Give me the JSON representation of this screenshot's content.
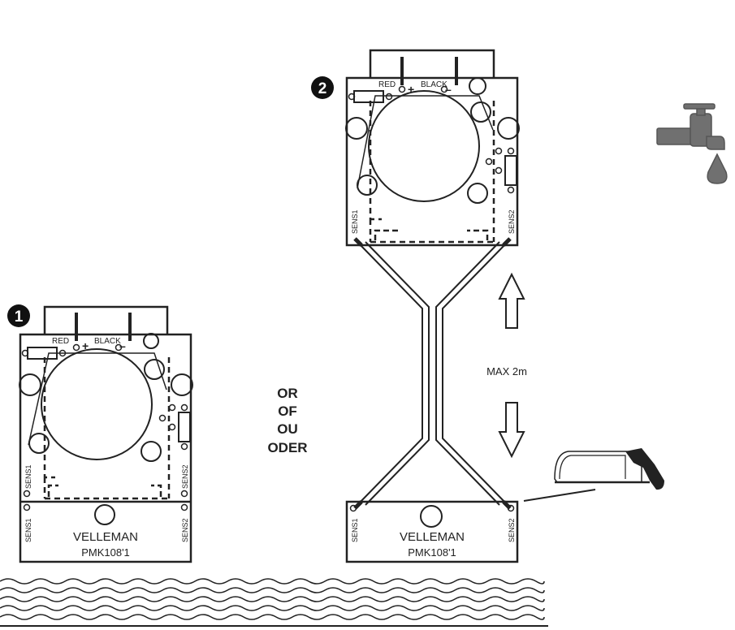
{
  "steps": {
    "one": "1",
    "two": "2"
  },
  "board1": {
    "red": "RED",
    "black": "BLACK",
    "plus": "+",
    "minus": "–",
    "sens1_top": "SENS1",
    "sens2_top": "SENS2",
    "sens1_bottom": "SENS1",
    "sens2_bottom": "SENS2",
    "brand": "VELLEMAN",
    "model": "PMK108'1"
  },
  "board2": {
    "red": "RED",
    "black": "BLACK",
    "plus": "+",
    "minus": "–",
    "sens1_top": "SENS1",
    "sens2_top": "SENS2",
    "sens1_bottom": "SENS1",
    "sens2_bottom": "SENS2",
    "brand": "VELLEMAN",
    "model": "PMK108'1"
  },
  "alternatives": [
    "OR",
    "OF",
    "OU",
    "ODER"
  ],
  "distance": "MAX 2m",
  "colors": {
    "line": "#222222",
    "tap": "#707070",
    "water": "#222222"
  },
  "icons": [
    "water-tap-icon",
    "hacksaw-icon",
    "arrow-up-icon",
    "arrow-down-icon",
    "water-waves-icon"
  ]
}
